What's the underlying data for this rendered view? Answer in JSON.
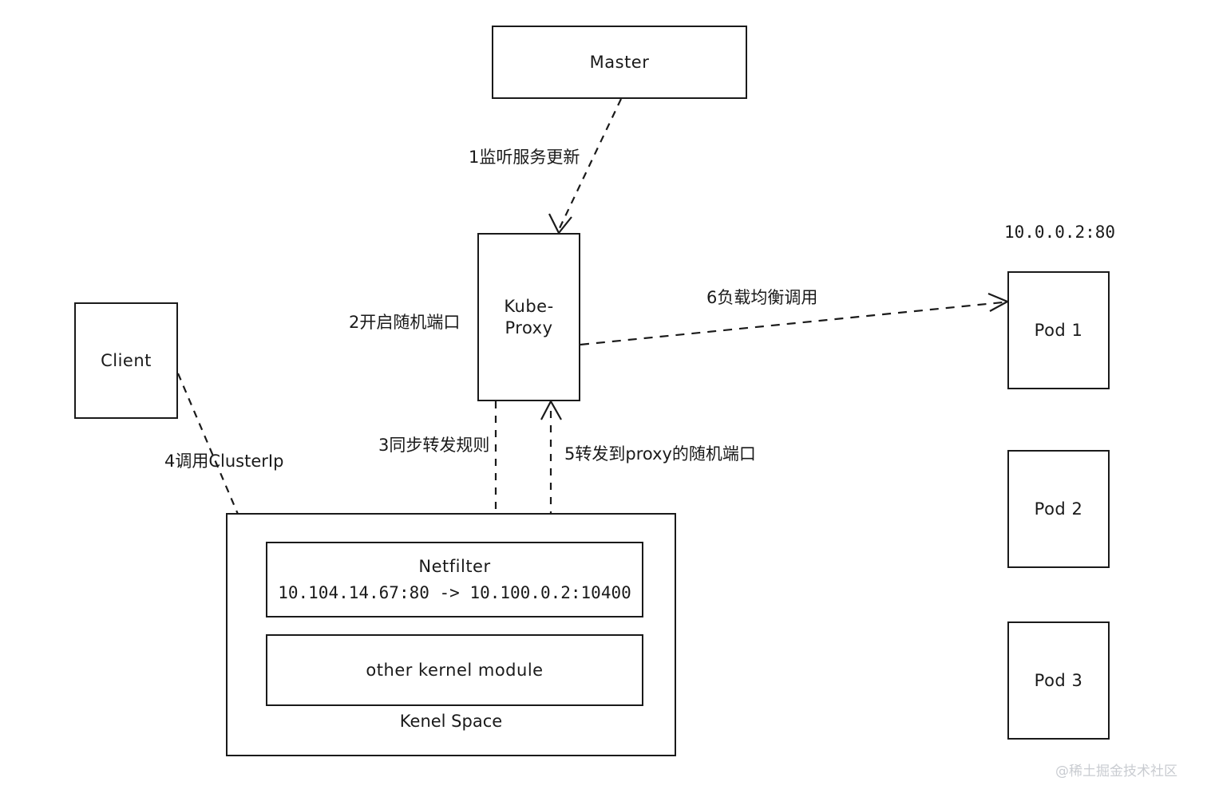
{
  "diagram": {
    "title": "Kube-Proxy userspace mode data flow",
    "background_color": "#ffffff",
    "stroke_color": "#1a1a1a",
    "nodes": {
      "master": {
        "label": "Master"
      },
      "kube_proxy": {
        "label": "Kube-\nProxy"
      },
      "client": {
        "label": "Client"
      },
      "kernel_space": {
        "label": "Kenel Space"
      },
      "netfilter": {
        "label": "Netfilter",
        "rule": "10.104.14.67:80 -> 10.100.0.2:10400"
      },
      "other_kernel_module": {
        "label": "other kernel module"
      },
      "pod1": {
        "label": "Pod 1"
      },
      "pod2": {
        "label": "Pod 2"
      },
      "pod3": {
        "label": "Pod 3"
      }
    },
    "annotations": {
      "pod1_endpoint": "10.0.0.2:80",
      "watermark": "@稀土掘金技术社区"
    },
    "edges": [
      {
        "id": "step1",
        "label": "1监听服务更新",
        "from": "master",
        "to": "kube_proxy"
      },
      {
        "id": "step2",
        "label": "2开启随机端口",
        "from": "kube_proxy",
        "to": "kube_proxy"
      },
      {
        "id": "step3",
        "label": "3同步转发规则",
        "from": "kube_proxy",
        "to": "netfilter"
      },
      {
        "id": "step4",
        "label": "4调用ClusterIp",
        "from": "client",
        "to": "netfilter"
      },
      {
        "id": "step5",
        "label": "5转发到proxy的随机端口",
        "from": "netfilter",
        "to": "kube_proxy"
      },
      {
        "id": "step6",
        "label": "6负载均衡调用",
        "from": "kube_proxy",
        "to": "pod1"
      }
    ]
  }
}
